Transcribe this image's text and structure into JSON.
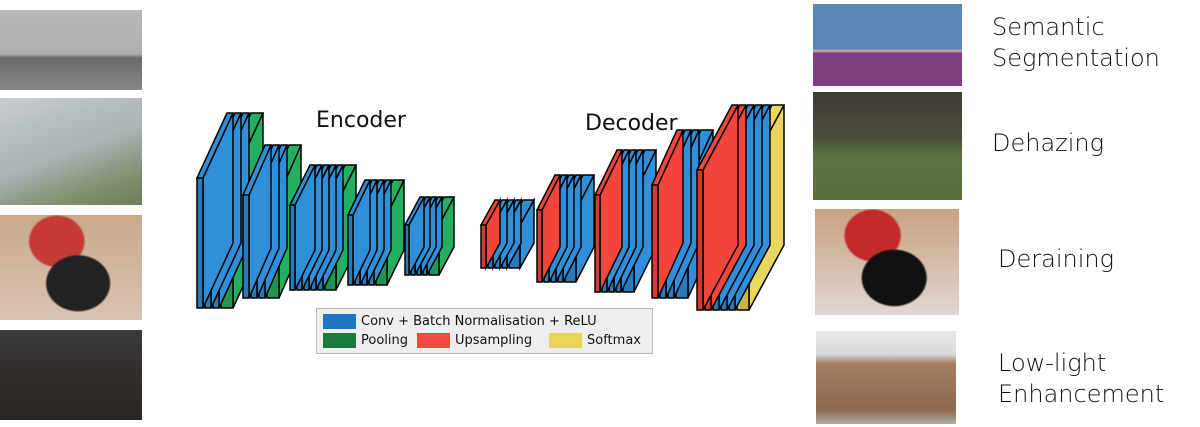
{
  "labels": {
    "encoder": "Encoder",
    "decoder": "Decoder"
  },
  "legend": {
    "conv": {
      "label": "Conv + Batch Normalisation + ReLU",
      "color": "#1f77c4"
    },
    "pool": {
      "label": "Pooling",
      "color": "#1b7a3d"
    },
    "up": {
      "label": "Upsampling",
      "color": "#f24a3f"
    },
    "soft": {
      "label": "Softmax",
      "color": "#e8d35c"
    }
  },
  "colors": {
    "B": "#2f8fd8",
    "G": "#22b060",
    "R": "#f2463c",
    "Y": "#ead65c"
  },
  "encoder_blocks": [
    [
      "B",
      "B",
      "B",
      "G"
    ],
    [
      "B",
      "B",
      "B",
      "G"
    ],
    [
      "B",
      "B",
      "B",
      "B",
      "B",
      "G"
    ],
    [
      "B",
      "B",
      "B",
      "B",
      "G"
    ],
    [
      "B",
      "B",
      "B",
      "B",
      "G"
    ]
  ],
  "decoder_blocks": [
    [
      "R",
      "B",
      "B",
      "B",
      "B"
    ],
    [
      "R",
      "B",
      "B",
      "B",
      "B"
    ],
    [
      "R",
      "B",
      "B",
      "B",
      "B"
    ],
    [
      "R",
      "B",
      "B",
      "B"
    ],
    [
      "R",
      "R",
      "B",
      "B",
      "B",
      "Y"
    ]
  ],
  "tasks": [
    "Semantic Segmentation",
    "Dehazing",
    "Deraining",
    "Low-light Enhancement"
  ]
}
